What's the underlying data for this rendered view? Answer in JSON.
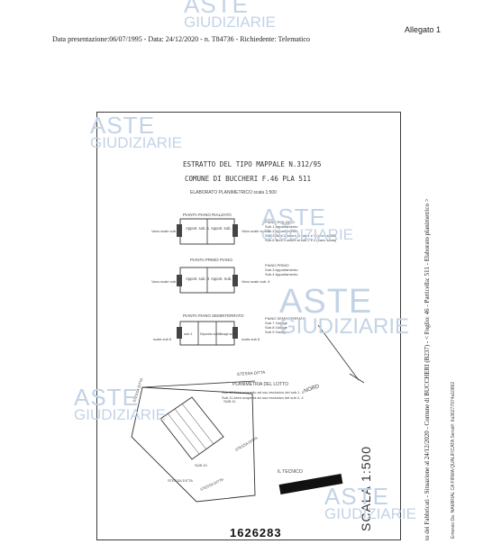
{
  "header": {
    "submission_line": "Data presentazione:06/07/1995 - Data: 24/12/2020 - n. T84736 - Richiedente: Telematico",
    "allegato": "Allegato 1"
  },
  "watermark": {
    "line1": "ASTE",
    "line2": "GIUDIZIARIE"
  },
  "side_text": {
    "catasto": "to dei Fabbricati - Situazione al 24/12/2020 - Comune di BUCCHERI (B237) - < Foglio: 46 - Particella: 511 - Elaborato planimetrico >",
    "signature": "Emesso Da: NAMIRIAL CA FIRMA QUALIFICATA Serial#: 6a36277974a10862"
  },
  "plan": {
    "title1": "ESTRATTO DEL TIPO MAPPALE N.312/95",
    "title2": "COMUNE DI BUCCHERI F.46 PLA 511",
    "subtitle": "ELABORATO PLANIMETRICO  scala 1:500",
    "floors": [
      {
        "name": "PIANTA PIANO RIALZATO",
        "units": [
          "Apport. sub. 1",
          "Apport. sub. 2"
        ],
        "left_note": "Vano scale sub. 3",
        "right_note": "Vano scale sub. 3"
      },
      {
        "name": "PIANTA PRIMO PIANO",
        "units": [
          "Apport. sub. 3",
          "Apport. Sub. 4"
        ],
        "left_note": "Vano scale sub.5",
        "right_note": "Vano scale sub. 6"
      },
      {
        "name": "PIANTA PIANO SEMINTERRATO",
        "units": [
          "sub.1",
          "Deposito sub.2",
          "Garage sub.3"
        ],
        "left_note": "scala sub.5",
        "right_note": "scala sub.6"
      }
    ],
    "legend_1": [
      "PIANO RIALZATO",
      "Sub.1 Appartamento",
      "Sub.2 Appartamento",
      "Sub.3 Beni Comuni al sub.1 e 3 (vano scale)",
      "Sub.6 Beni Comuni al sub.2 e 4 (vano scala)"
    ],
    "legend_2": [
      "PIANO PRIMO",
      "Sub.3 Appartamento",
      "Sub.4 Appartamento"
    ],
    "legend_3": [
      "PIANO SEMINTERRATO",
      "Sub.7 Garage",
      "Sub.8 Garage",
      "Sub.9 Garage"
    ],
    "lot_title": "PLANIMETRIA DEL LOTTO",
    "lot_notes": [
      "Sub.10 Area scoperto ad uso esclusivo dei sub.1, 3",
      "Sub.11 Area scoperta ad uso esclusivo dei sub.2, 4"
    ],
    "stessa_ditta": "STESSA DITTA",
    "sub10": "SUB.10",
    "sub11": "SUB.11",
    "nord": "NORD",
    "tecnico": "IL TECNICO",
    "scala": "SCALA 1:500",
    "stamp_number": "1626283"
  }
}
